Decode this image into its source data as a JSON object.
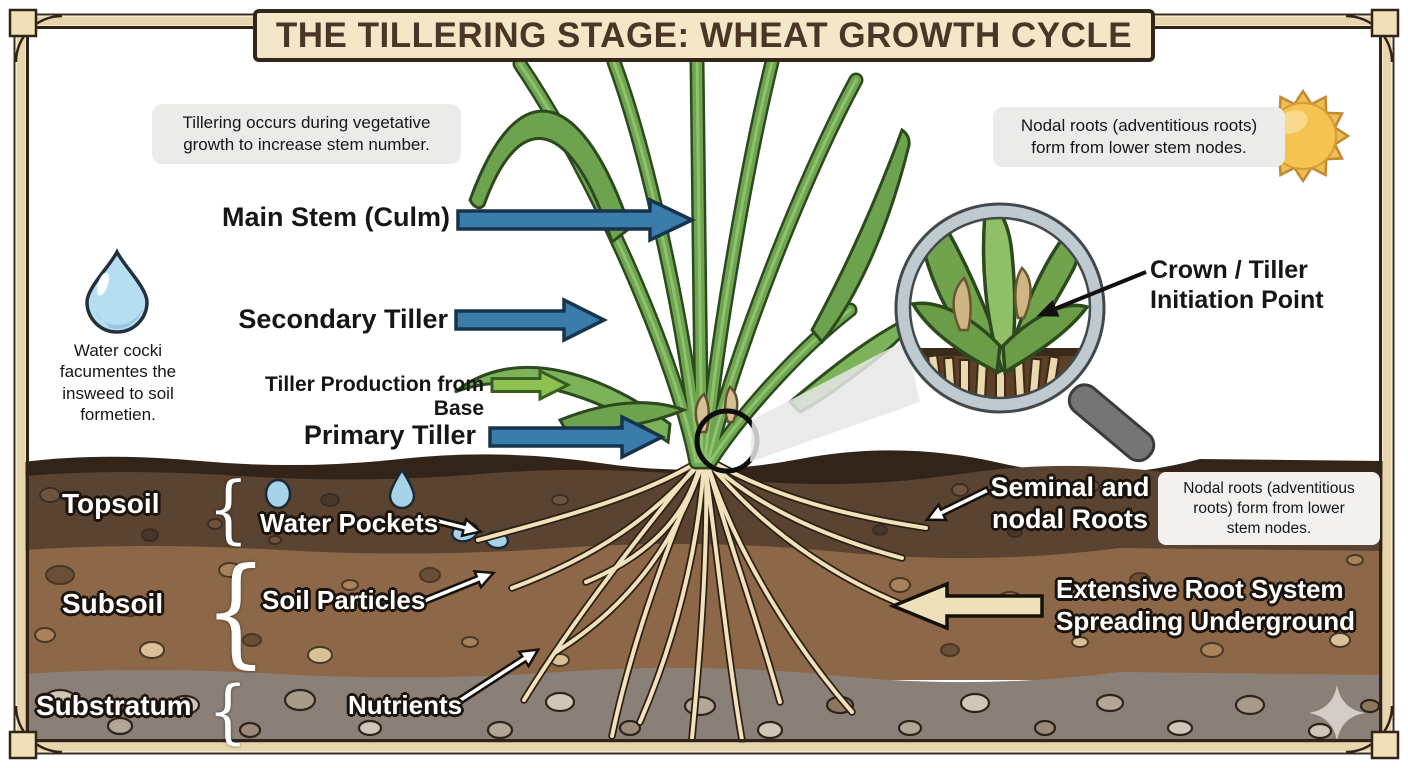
{
  "title": "THE TILLERING STAGE: WHEAT GROWTH CYCLE",
  "glyphs": {
    "brace": "{"
  },
  "notes": {
    "tillering": {
      "lines": [
        "Tillering occurs during vegetative",
        "growth to increase stem number."
      ]
    },
    "nodal_top": {
      "lines": [
        "Nodal roots (adventitious roots)",
        "form from lower stem nodes."
      ]
    },
    "nodal_soil": {
      "lines": [
        "Nodal roots (adventitious",
        "roots) form from lower",
        "stem nodes."
      ]
    },
    "water": {
      "lines": [
        "Water cocki",
        "facumentes the",
        "insweed to soil",
        "formetien."
      ]
    }
  },
  "plant_labels": {
    "main_stem": "Main Stem (Culm)",
    "secondary_tiller": "Secondary Tiller",
    "tiller_production": "Tiller Production from Base",
    "primary_tiller": "Primary Tiller",
    "crown": {
      "lines": [
        "Crown / Tiller",
        "Initiation Point"
      ]
    }
  },
  "soil": {
    "layers": [
      {
        "name": "Topsoil"
      },
      {
        "name": "Subsoil"
      },
      {
        "name": "Substratum"
      }
    ],
    "water_pockets": "Water Pockets",
    "soil_particles": "Soil Particles",
    "nutrients": "Nutrients",
    "seminal": {
      "lines": [
        "Seminal and",
        "nodal Roots"
      ]
    },
    "extensive": {
      "lines": [
        "Extensive Root System",
        "Spreading Underground"
      ]
    }
  },
  "colors": {
    "arrow_blue": "#3a7dab",
    "arrow_green": "#8cc152",
    "arrow_tan": "#eee0b9",
    "topsoil": "#5a4331",
    "subsoil": "#8d6848",
    "substratum": "#8a8078",
    "leaf_green": "#6fa450",
    "banner_bg": "#f4e7c7",
    "banner_text": "#4b3526",
    "water_blue": "#a6d3ea",
    "root_cream": "#f1e2bc"
  }
}
